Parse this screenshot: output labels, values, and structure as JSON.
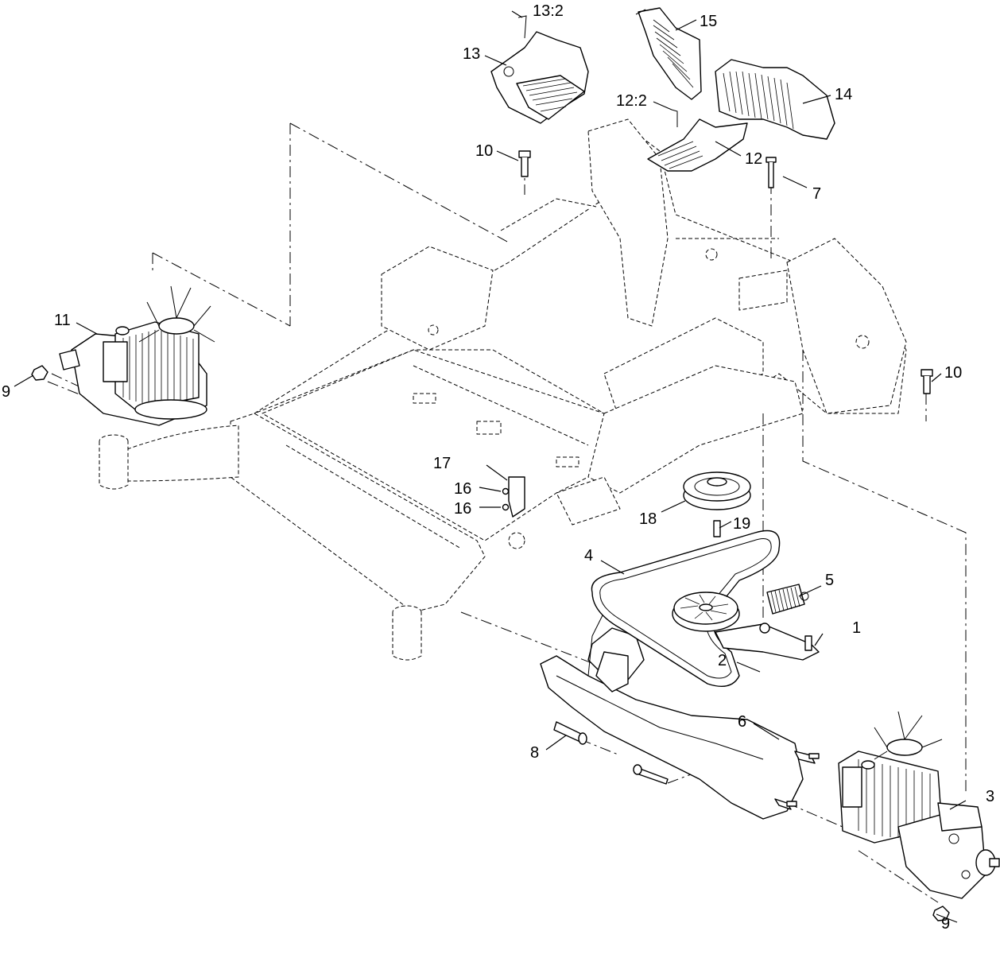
{
  "callouts": [
    {
      "id": "c1",
      "text": "1"
    },
    {
      "id": "c2",
      "text": "2"
    },
    {
      "id": "c3",
      "text": "3"
    },
    {
      "id": "c4",
      "text": "4"
    },
    {
      "id": "c5",
      "text": "5"
    },
    {
      "id": "c6",
      "text": "6"
    },
    {
      "id": "c7",
      "text": "7"
    },
    {
      "id": "c8",
      "text": "8"
    },
    {
      "id": "c9a",
      "text": "9"
    },
    {
      "id": "c9b",
      "text": "9"
    },
    {
      "id": "c10a",
      "text": "10"
    },
    {
      "id": "c10b",
      "text": "10"
    },
    {
      "id": "c11",
      "text": "11"
    },
    {
      "id": "c12",
      "text": "12"
    },
    {
      "id": "c12b",
      "text": "12:2"
    },
    {
      "id": "c13",
      "text": "13"
    },
    {
      "id": "c13b",
      "text": "13:2"
    },
    {
      "id": "c14",
      "text": "14"
    },
    {
      "id": "c15",
      "text": "15"
    },
    {
      "id": "c16a",
      "text": "16"
    },
    {
      "id": "c16b",
      "text": "16"
    },
    {
      "id": "c17",
      "text": "17"
    },
    {
      "id": "c18",
      "text": "18"
    },
    {
      "id": "c19",
      "text": "19"
    }
  ]
}
